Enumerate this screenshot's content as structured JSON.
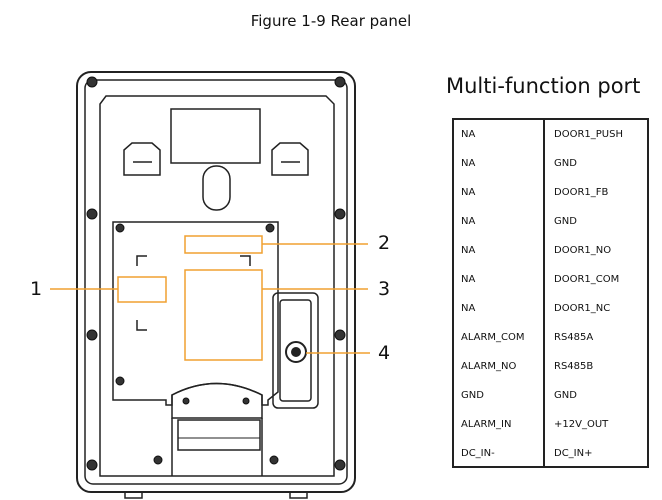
{
  "caption": "Figure 1-9 Rear panel",
  "port_title": "Multi-function port",
  "callouts": [
    "1",
    "2",
    "3",
    "4"
  ],
  "ports": [
    {
      "left": "NA",
      "right": "DOOR1_PUSH"
    },
    {
      "left": "NA",
      "right": "GND"
    },
    {
      "left": "NA",
      "right": "DOOR1_FB"
    },
    {
      "left": "NA",
      "right": "GND"
    },
    {
      "left": "NA",
      "right": "DOOR1_NO"
    },
    {
      "left": "NA",
      "right": "DOOR1_COM"
    },
    {
      "left": "NA",
      "right": "DOOR1_NC"
    },
    {
      "left": "ALARM_COM",
      "right": "RS485A"
    },
    {
      "left": "ALARM_NO",
      "right": "RS485B"
    },
    {
      "left": "GND",
      "right": "GND"
    },
    {
      "left": "ALARM_IN",
      "right": "+12V_OUT"
    },
    {
      "left": "DC_IN-",
      "right": "DC_IN+"
    }
  ],
  "colors": {
    "line": "#222222",
    "callout": "#f0a030",
    "screw": "#333333"
  }
}
